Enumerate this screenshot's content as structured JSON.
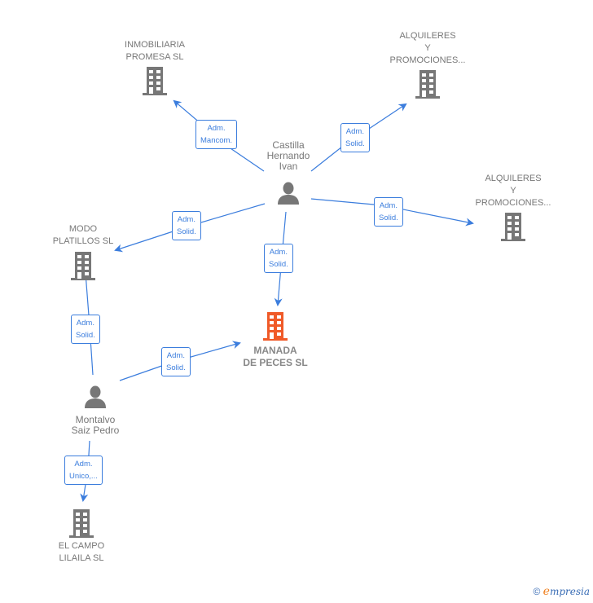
{
  "colors": {
    "edge": "#3b7ddd",
    "company": "#777777",
    "focus": "#f05a28",
    "person": "#777777"
  },
  "nodes": {
    "inmobiliaria": {
      "label": [
        "INMOBILIARIA",
        "PROMESA  SL"
      ],
      "type": "company"
    },
    "alquileres1": {
      "label": [
        "ALQUILERES",
        "Y",
        "PROMOCIONES..."
      ],
      "type": "company"
    },
    "alquileres2": {
      "label": [
        "ALQUILERES",
        "Y",
        "PROMOCIONES..."
      ],
      "type": "company"
    },
    "modo": {
      "label": [
        "MODO",
        "PLATILLOS SL"
      ],
      "type": "company"
    },
    "manada": {
      "label": [
        "MANADA",
        "DE PECES  SL"
      ],
      "type": "focus-company"
    },
    "elcampo": {
      "label": [
        "EL CAMPO",
        "LILAILA SL"
      ],
      "type": "company"
    },
    "castilla": {
      "label": [
        "Castilla",
        "Hernando",
        "Ivan"
      ],
      "type": "person"
    },
    "montalvo": {
      "label": [
        "Montalvo",
        "Saiz Pedro"
      ],
      "type": "person"
    }
  },
  "edges": [
    {
      "from": "castilla",
      "to": "inmobiliaria",
      "label": [
        "Adm.",
        "Mancom."
      ]
    },
    {
      "from": "castilla",
      "to": "alquileres1",
      "label": [
        "Adm.",
        "Solid."
      ]
    },
    {
      "from": "castilla",
      "to": "alquileres2",
      "label": [
        "Adm.",
        "Solid."
      ]
    },
    {
      "from": "castilla",
      "to": "modo",
      "label": [
        "Adm.",
        "Solid."
      ]
    },
    {
      "from": "castilla",
      "to": "manada",
      "label": [
        "Adm.",
        "Solid."
      ]
    },
    {
      "from": "montalvo",
      "to": "modo",
      "label": [
        "Adm.",
        "Solid."
      ]
    },
    {
      "from": "montalvo",
      "to": "manada",
      "label": [
        "Adm.",
        "Solid."
      ]
    },
    {
      "from": "montalvo",
      "to": "elcampo",
      "label": [
        "Adm.",
        "Unico,..."
      ]
    }
  ],
  "brand": {
    "copyright": "©",
    "e": "e",
    "rest": "mpresia"
  }
}
